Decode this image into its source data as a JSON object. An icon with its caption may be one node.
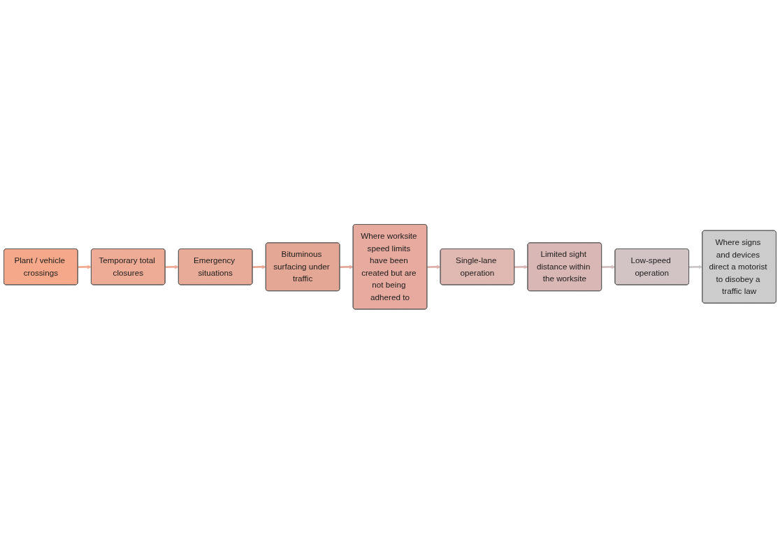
{
  "diagram": {
    "nodes": [
      {
        "text": [
          "Plant / vehicle crossings"
        ]
      },
      {
        "text": [
          "Temporary total closures"
        ]
      },
      {
        "text": [
          "Emergency situations"
        ]
      },
      {
        "text": [
          "Single-lane operation"
        ]
      },
      {
        "text": [
          "Where worksite speed limits have been created but are not being adhered to"
        ]
      },
      {
        "text": [
          "Bituminous surfacing under traffic"
        ]
      },
      {
        "text": [
          "Limited sight distance within the worksite"
        ]
      },
      {
        "text": [
          "Low-speed operation"
        ]
      },
      {
        "text": [
          "Where signs and devices direct a motorist to disobey a traffic law"
        ]
      }
    ],
    "edges": [
      {
        "from": 0,
        "to": 1,
        "arrow": "to"
      },
      {
        "from": 1,
        "to": 2,
        "arrow": "to"
      },
      {
        "from": 2,
        "to": 5,
        "arrow": "to"
      },
      {
        "from": 5,
        "to": 4,
        "arrow": "to"
      },
      {
        "from": 4,
        "to": 3,
        "arrow": "to"
      },
      {
        "from": 3,
        "to": 6,
        "arrow": "to"
      },
      {
        "from": 6,
        "to": 7,
        "arrow": "to"
      },
      {
        "from": 7,
        "to": 8,
        "arrow": "to"
      }
    ]
  }
}
